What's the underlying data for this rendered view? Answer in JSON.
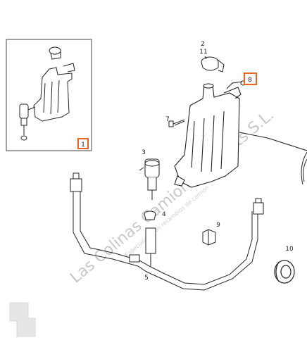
{
  "watermark": {
    "text": "Las Colinas Camiones e Parts S.L.",
    "sub_text": "Especialistas en recambios de camion"
  },
  "callouts": {
    "inset": "1",
    "cap_top": "2",
    "cap_bottom": "11",
    "pump": "3",
    "grommet": "4",
    "hose": "5",
    "screw": "7",
    "nut": "8",
    "clip": "9",
    "ring": "10"
  },
  "colors": {
    "line": "#222222",
    "highlight_box": "#e8641e",
    "watermark": "#c8c8c8"
  }
}
